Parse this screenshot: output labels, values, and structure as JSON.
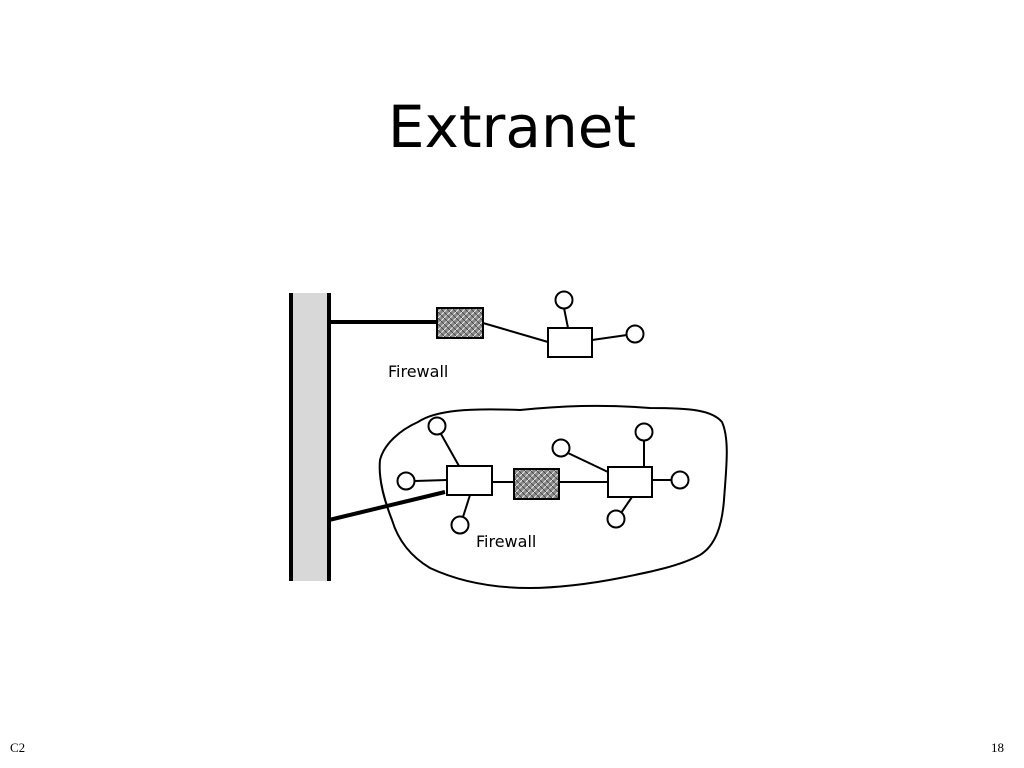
{
  "slide": {
    "title": "Extranet",
    "footer_left": "C2",
    "page_number": "18"
  },
  "diagram": {
    "top_firewall_label": "Firewall",
    "bottom_firewall_label": "Firewall"
  },
  "colors": {
    "backbone_fill": "#d8d8d8",
    "firewall_fill": "#8a8a8a"
  }
}
